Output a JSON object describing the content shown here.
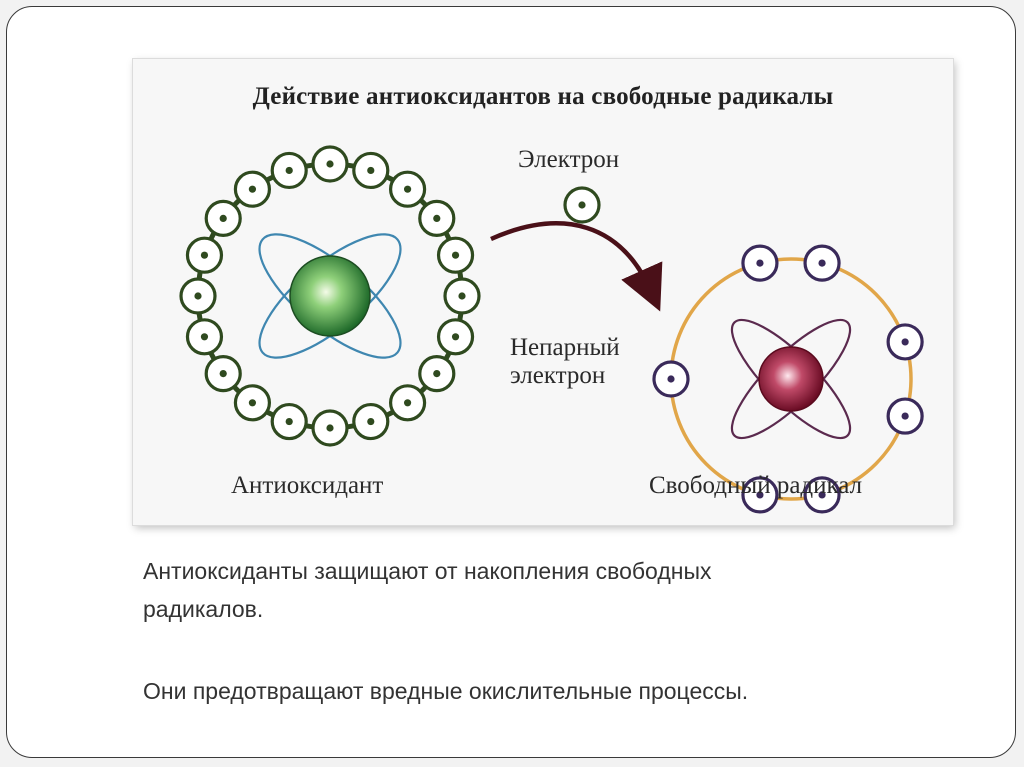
{
  "figure": {
    "title": "Действие антиоксидантов на свободные радикалы",
    "labels": {
      "electron": "Электрон",
      "unpaired_electron_line1": "Непарный",
      "unpaired_electron_line2": "электрон",
      "antioxidant": "Антиоксидант",
      "free_radical": "Свободный радикал"
    },
    "colors": {
      "antioxidant_ring": "#2f4a1f",
      "antioxidant_nucleus": "#3f9a3a",
      "antioxidant_orbits": "#3f87b0",
      "radical_ring": "#e1a649",
      "radical_nucleus": "#8b1330",
      "radical_orbits": "#5b2a4e",
      "radical_electrons": "#3a2a5a",
      "arrow": "#4a1018"
    }
  },
  "caption": {
    "paragraph1_line1": "Антиоксиданты защищают от накопления свободных",
    "paragraph1_line2": "радикалов.",
    "paragraph2": "Они предотвращают вредные окислительные процессы."
  }
}
